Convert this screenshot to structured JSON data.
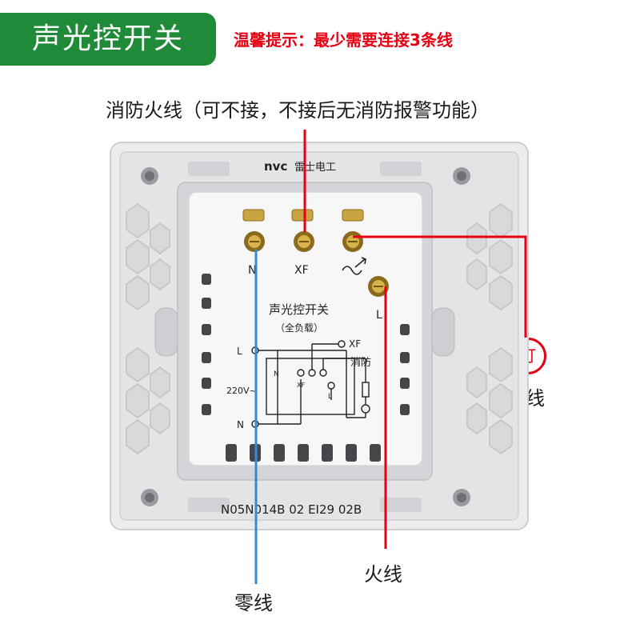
{
  "header": {
    "title": "声光控开关",
    "tip": "温馨提示：最少需要连接3条线"
  },
  "labels": {
    "fire_line_top": "消防火线（可不接，不接后无消防报警功能）",
    "lamp": "灯",
    "neutral_right": "零线",
    "live": "火线",
    "neutral_bottom": "零线"
  },
  "device": {
    "brand": "nvc",
    "brand_cn": "雷士电工",
    "model": "N05N014B  02  EI29  02B",
    "terminals": {
      "n": "N",
      "xf": "XF",
      "l": "L"
    },
    "panel_title": "声光控开关",
    "panel_sub": "（全负载）",
    "schematic": {
      "l": "L",
      "n": "N",
      "v220": "220V~",
      "xf": "XF",
      "fire": "消防",
      "n_small": "N",
      "xf_small": "XF",
      "l_small": "L"
    }
  },
  "colors": {
    "brand_green": "#1f8a37",
    "warning_red": "#e60012",
    "neutral_blue": "#2c8ed6"
  }
}
